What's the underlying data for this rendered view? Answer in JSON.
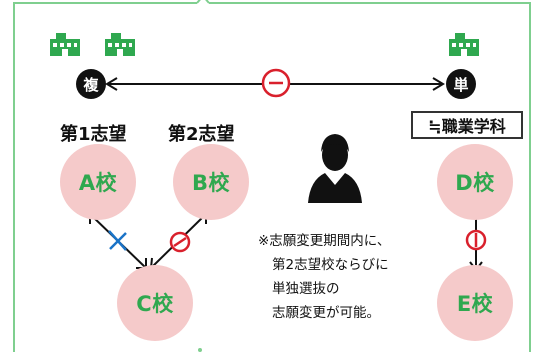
{
  "badges": {
    "multiple": "複",
    "single": "単"
  },
  "headers": {
    "first_choice": "第1志望",
    "second_choice": "第2志望"
  },
  "category_box": "≒職業学科",
  "schools": {
    "a": "A校",
    "b": "B校",
    "c": "C校",
    "d": "D校",
    "e": "E校"
  },
  "note_lines": [
    "※志願変更期間内に、",
    "第2志望校ならびに",
    "単独選抜の",
    "志願変更が可能。"
  ],
  "colors": {
    "frame_green": "#7fcf8f",
    "building_green": "#2fa84f",
    "circle_pink": "#f5caca",
    "school_label_green": "#2fa84f",
    "minus_red": "#d9202c",
    "cross_blue": "#1a73c7",
    "badge_black": "#111111"
  },
  "icons": [
    "building-icon",
    "person-icon",
    "minus-circle-icon",
    "cross-icon"
  ]
}
